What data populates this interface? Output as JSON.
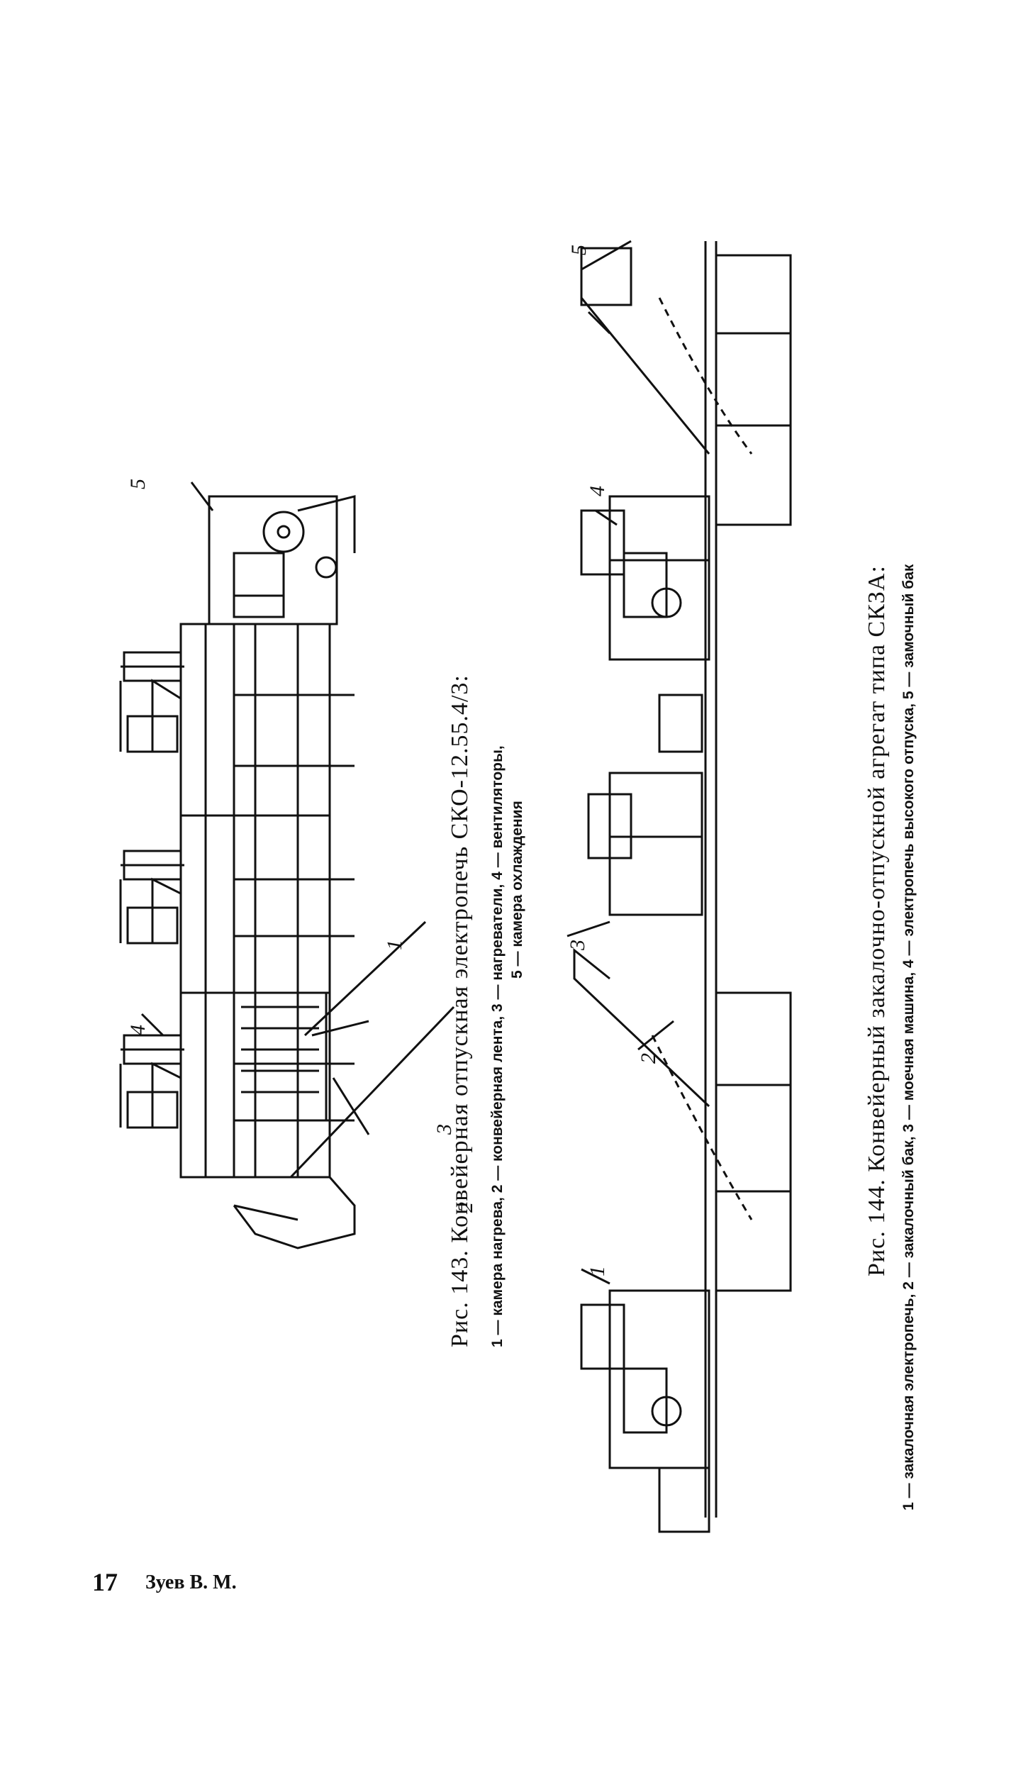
{
  "figure_143": {
    "caption_title": "Рис. 143. Конвейерная отпускная электропечь СКО-12.55.4/3:",
    "legend_line1": "1 — камера нагрева, 2 — конвейерная лента, 3 — нагреватели, 4 — вентиляторы,",
    "legend_line2": "5 — камера охлаждения",
    "callouts": [
      "1",
      "2",
      "3",
      "4",
      "5"
    ]
  },
  "figure_144": {
    "caption_title": "Рис. 144. Конвейерный закалочно-отпускной агрегат типа СКЗА:",
    "legend_line": "1 — закалочная электропечь, 2 — закалочный бак, 3 — моечная машина, 4 — электропечь высокого отпуска, 5 — замочный бак",
    "callouts": [
      "1",
      "2",
      "3",
      "4",
      "5"
    ]
  },
  "footer": {
    "page_number": "17",
    "author": "Зуев В. М."
  }
}
